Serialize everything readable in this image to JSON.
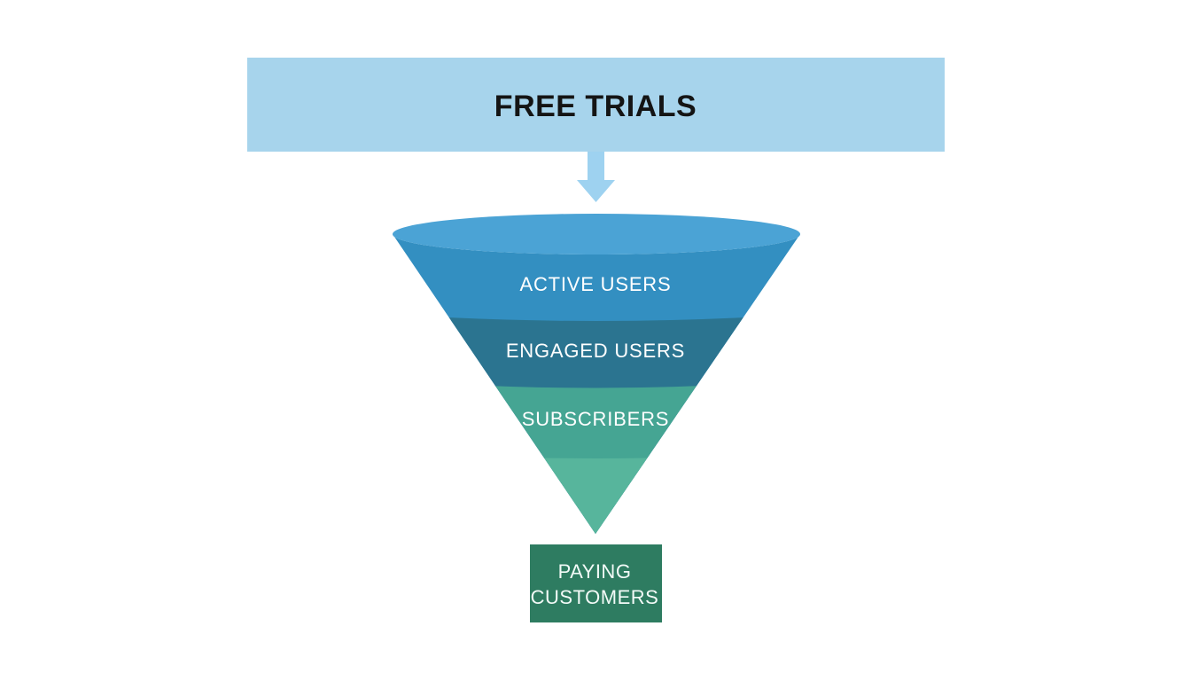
{
  "funnel_diagram": {
    "source": {
      "label": "FREE TRIALS"
    },
    "stages": [
      {
        "label": "ACTIVE USERS"
      },
      {
        "label": "ENGAGED USERS"
      },
      {
        "label": "SUBSCRIBERS"
      }
    ],
    "result": {
      "label": "PAYING CUSTOMERS",
      "lines": [
        "PAYING",
        "CUSTOMERS"
      ]
    }
  },
  "colors": {
    "background": "#ffffff",
    "top_bar": "#a7d4ec",
    "top_bar_text": "#141414",
    "arrow": "#9ed2f0",
    "funnel_top_surface": "#4ba3d5",
    "stage_active_users": "#338fc1",
    "stage_engaged_users": "#2b7490",
    "stage_subscribers": "#45a593",
    "funnel_tip": "#57b59c",
    "result_box": "#2e7c61",
    "stage_text": "#ffffff",
    "result_text": "#f2faf7"
  }
}
